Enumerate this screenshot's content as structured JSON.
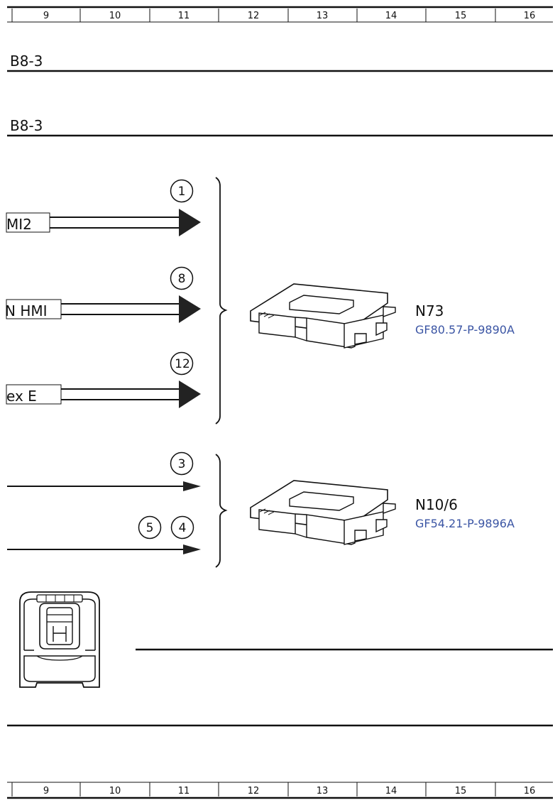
{
  "grid_columns": [
    "9",
    "10",
    "11",
    "12",
    "13",
    "14",
    "15",
    "16"
  ],
  "sections": [
    "B8-3",
    "B8-3"
  ],
  "signal_lines": [
    {
      "label": "MI2",
      "circle": "1"
    },
    {
      "label": "N HMI",
      "circle": "8"
    },
    {
      "label": "ex E",
      "circle": "12"
    }
  ],
  "simple_lines": [
    {
      "circles": [
        "3"
      ]
    },
    {
      "circles": [
        "5",
        "4"
      ]
    }
  ],
  "modules": [
    {
      "name": "N73",
      "ref": "GF80.57-P-9890A",
      "ref_color": "#3b55a4"
    },
    {
      "name": "N10/6",
      "ref": "GF54.21-P-9896A",
      "ref_color": "#3b55a4"
    }
  ],
  "icons": [
    "control-unit-icon",
    "control-unit-icon",
    "gear-selector-switch-icon"
  ]
}
